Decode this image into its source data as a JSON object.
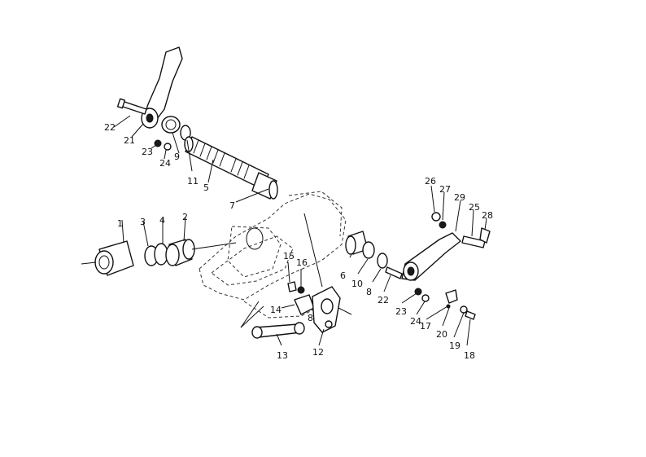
{
  "callouts": {
    "c1": "1",
    "c2": "2",
    "c3": "3",
    "c4": "4",
    "c5": "5",
    "c6": "6",
    "c7": "7",
    "c8a": "8",
    "c8b": "8",
    "c9": "9",
    "c10": "10",
    "c11": "11",
    "c12": "12",
    "c13": "13",
    "c14": "14",
    "c15": "15",
    "c16": "16",
    "c17": "17",
    "c18": "18",
    "c19": "19",
    "c20": "20",
    "c21": "21",
    "c22a": "22",
    "c22b": "22",
    "c23a": "23",
    "c23b": "23",
    "c24a": "24",
    "c24b": "24",
    "c25": "25",
    "c26": "26",
    "c27": "27",
    "c28": "28",
    "c29": "29"
  }
}
